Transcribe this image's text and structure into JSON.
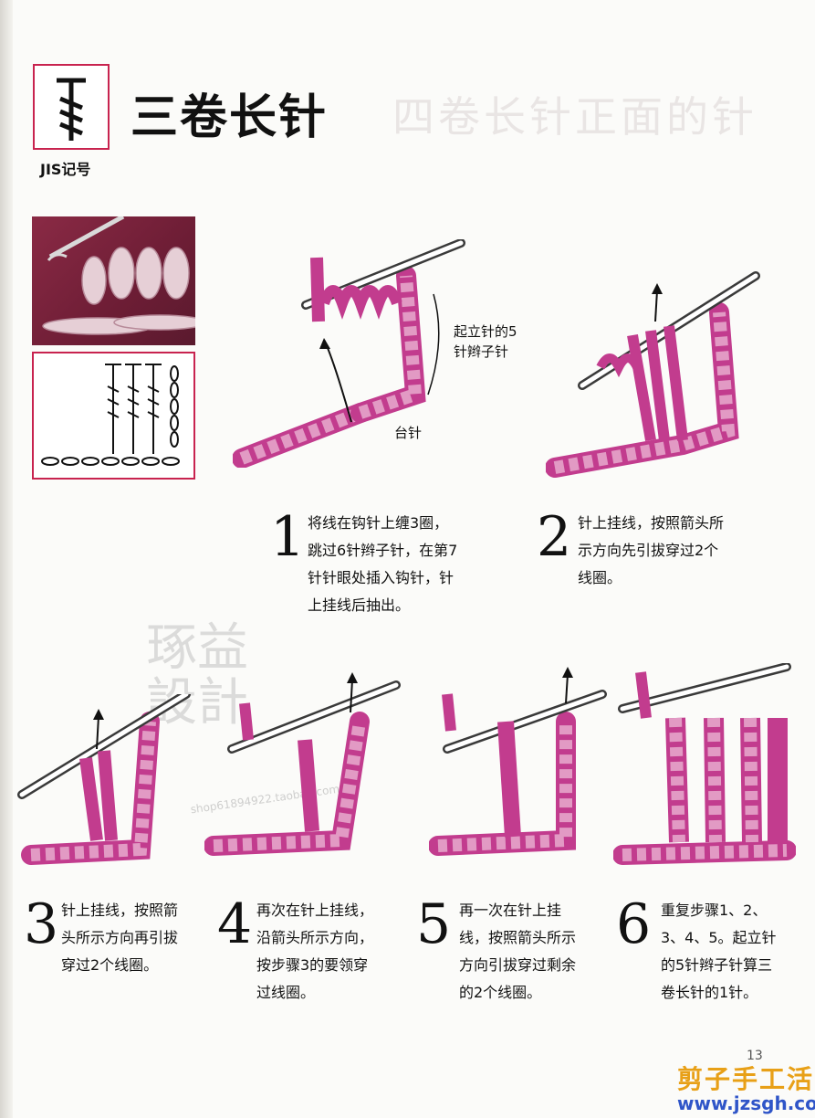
{
  "header": {
    "title": "三卷长针",
    "jis_label": "JIS记号",
    "ghost_text": "四卷长针正面的针"
  },
  "step1_labels": {
    "stand_chain": "起立针的5\n针辫子针",
    "base_stitch": "台针"
  },
  "steps": [
    {
      "number": "1",
      "text": "将线在钩针上缠3圈，\n跳过6针辫子针，在第7\n针针眼处插入钩针，针\n上挂线后抽出。"
    },
    {
      "number": "2",
      "text": "针上挂线，按照箭头所\n示方向先引拔穿过2个\n线圈。"
    },
    {
      "number": "3",
      "text": "针上挂线，按照箭\n头所示方向再引拔\n穿过2个线圈。"
    },
    {
      "number": "4",
      "text": "再次在针上挂线，\n沿箭头所示方向，\n按步骤3的要领穿\n过线圈。"
    },
    {
      "number": "5",
      "text": "再一次在针上挂\n线，按照箭头所示\n方向引拔穿过剩余\n的2个线圈。"
    },
    {
      "number": "6",
      "text": "重复步骤1、2、\n3、4、5。起立针\n的5针辫子针算三\n卷长针的1针。"
    }
  ],
  "page_number": "13",
  "watermark": {
    "site_name": "剪子手工活",
    "url": "www.jzsgh.com",
    "seal": "琢益\n設計",
    "shop": "shop61894922.taobao.com"
  },
  "colors": {
    "accent": "#c8234f",
    "yarn_light": "#e29ac4",
    "yarn_dark": "#c23c8e",
    "hook": "#3a3a3a"
  }
}
